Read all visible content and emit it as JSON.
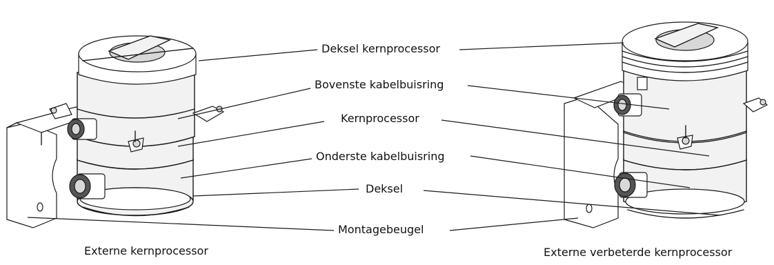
{
  "labels": {
    "cover_core_processor": "Deksel kernprocessor",
    "upper_conduit_ring": "Bovenste kabelbuisring",
    "core_processor": "Kernprocessor",
    "lower_conduit_ring": "Onderste kabelbuisring",
    "cover": "Deksel",
    "mounting_bracket": "Montagebeugel"
  },
  "captions": {
    "left": "Externe kernprocessor",
    "right": "Externe verbeterde kernprocessor"
  }
}
